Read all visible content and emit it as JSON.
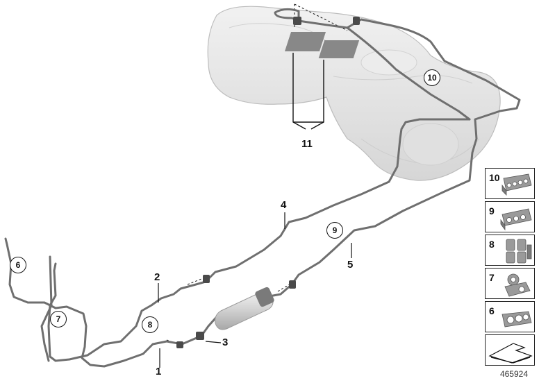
{
  "diagram": {
    "reference_number": "465924",
    "callouts": [
      {
        "key": "c1",
        "label": "1"
      },
      {
        "key": "c2",
        "label": "2"
      },
      {
        "key": "c3",
        "label": "3"
      },
      {
        "key": "c4",
        "label": "4"
      },
      {
        "key": "c5",
        "label": "5"
      },
      {
        "key": "c11",
        "label": "11"
      }
    ],
    "circled_callouts": [
      {
        "key": "o6",
        "label": "6"
      },
      {
        "key": "o7",
        "label": "7"
      },
      {
        "key": "o8",
        "label": "8"
      },
      {
        "key": "o9",
        "label": "9"
      },
      {
        "key": "o10",
        "label": "10"
      }
    ],
    "legend": [
      {
        "label": "10",
        "icon": "clip-5-way-icon"
      },
      {
        "label": "9",
        "icon": "clip-4-way-icon"
      },
      {
        "label": "8",
        "icon": "clip-stack-icon"
      },
      {
        "label": "7",
        "icon": "clip-bracket-icon"
      },
      {
        "label": "6",
        "icon": "clip-3-way-icon"
      }
    ],
    "colors": {
      "tank_fill": "#e6e6e6",
      "tank_stroke": "#bdbdbd",
      "line_color": "#6f6f6f",
      "label_color": "#111111"
    }
  }
}
